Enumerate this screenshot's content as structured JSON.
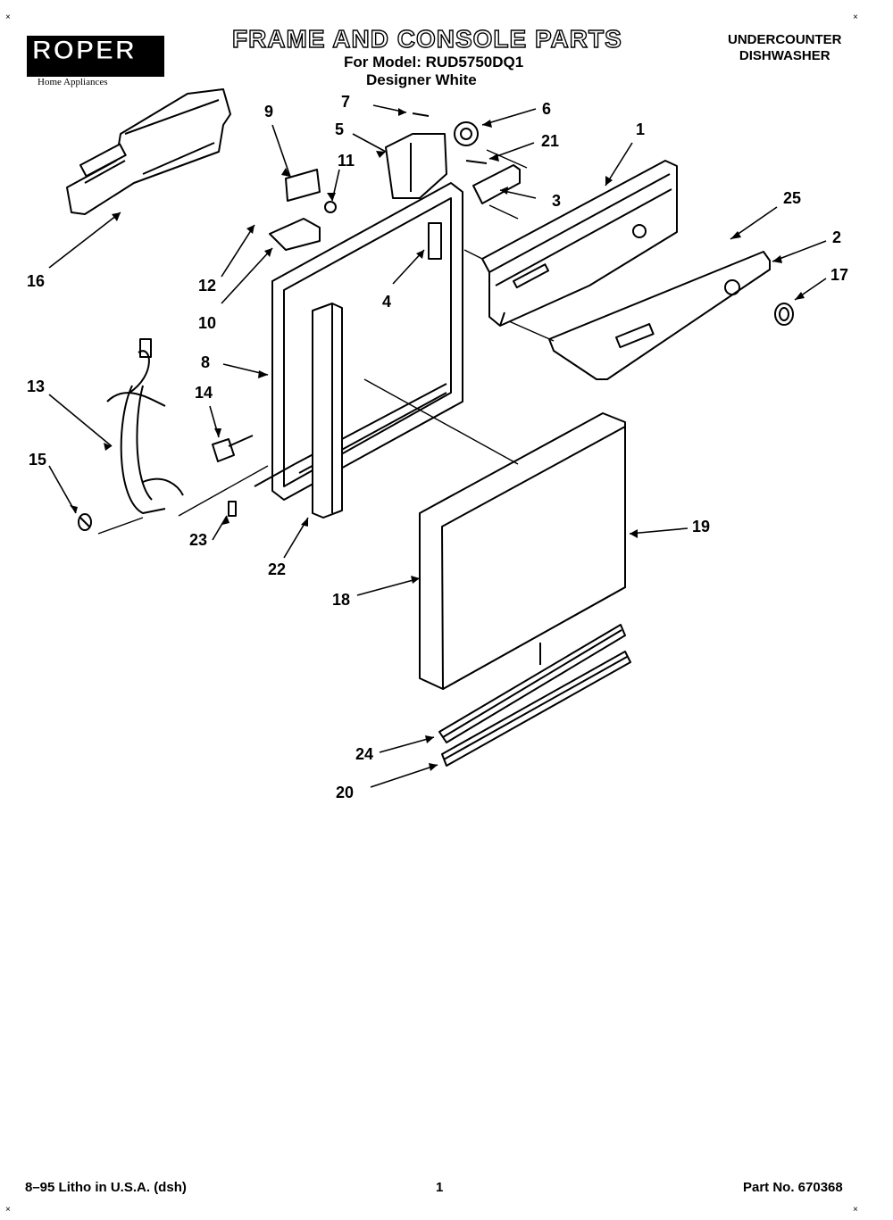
{
  "header": {
    "brand": "ROPER",
    "brand_tm": "™",
    "brand_sub": "Home Appliances",
    "title": "FRAME AND CONSOLE PARTS",
    "model_line": "For Model: RUD5750DQ1",
    "color_line": "Designer White",
    "appliance_line1": "UNDERCOUNTER",
    "appliance_line2": "DISHWASHER"
  },
  "corner_marks": [
    "×",
    "×",
    "×",
    "×"
  ],
  "callouts": {
    "c1": "1",
    "c2": "2",
    "c3": "3",
    "c4": "4",
    "c5": "5",
    "c6": "6",
    "c7": "7",
    "c8": "8",
    "c9": "9",
    "c10": "10",
    "c11": "11",
    "c12": "12",
    "c13": "13",
    "c14": "14",
    "c15": "15",
    "c16": "16",
    "c17": "17",
    "c18": "18",
    "c19": "19",
    "c20": "20",
    "c21": "21",
    "c22": "22",
    "c23": "23",
    "c24": "24",
    "c25": "25"
  },
  "footer": {
    "litho": "8–95 Litho in U.S.A. (dsh)",
    "page": "1",
    "part_no": "Part No. 670368"
  }
}
